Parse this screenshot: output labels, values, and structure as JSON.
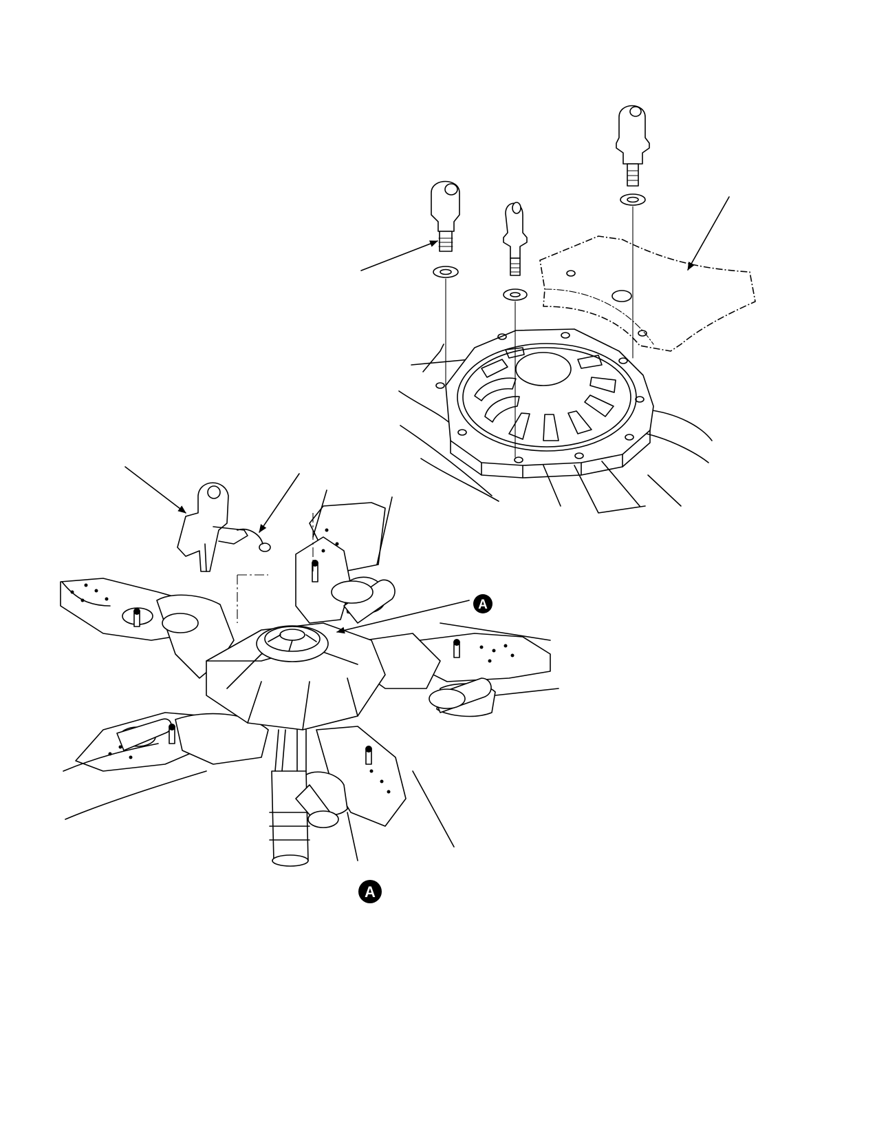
{
  "figure": {
    "callouts": [
      {
        "id": "callout-a-main",
        "label": "A"
      },
      {
        "id": "callout-a-detail",
        "label": "A"
      }
    ],
    "icons": [
      "rotor-hub-assembly",
      "hub-plate-detail",
      "lift-eye-bolt",
      "washer",
      "arrow-leader"
    ]
  }
}
